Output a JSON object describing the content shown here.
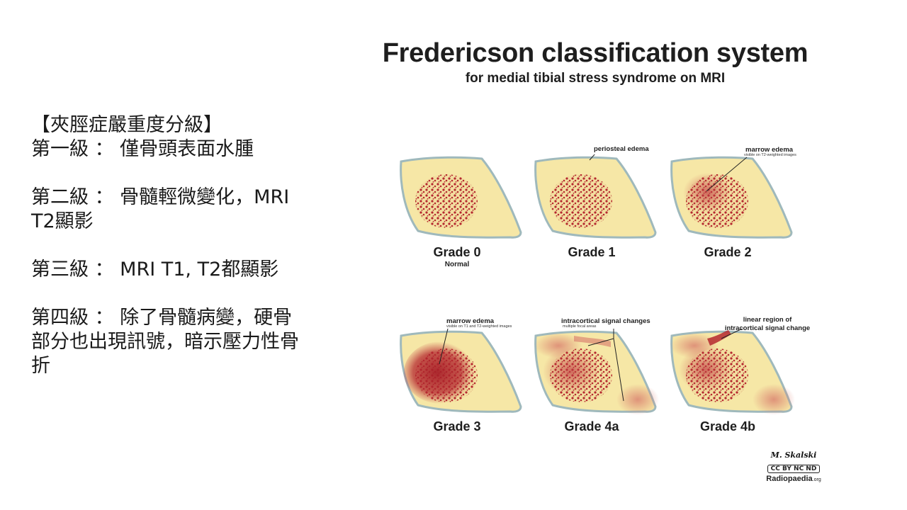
{
  "left_text": {
    "heading": "【夾脛症嚴重度分級】",
    "grade1": "第一級 ： 僅骨頭表面水腫",
    "grade2_a": "第二級 ： 骨髓輕微變化，MRI",
    "grade2_b": "T2顯影",
    "grade3": "第三級 ： MRI T1, T2都顯影",
    "grade4_a": "第四級 ： 除了骨髓病變，硬骨",
    "grade4_b": "部分也出現訊號，暗示壓力性骨",
    "grade4_c": "折"
  },
  "figure": {
    "title": "Fredericson classification system",
    "subtitle": "for medial tibial stress syndrome on MRI",
    "grades": [
      {
        "label": "Grade 0",
        "sub": "Normal"
      },
      {
        "label": "Grade 1"
      },
      {
        "label": "Grade 2"
      },
      {
        "label": "Grade 3"
      },
      {
        "label": "Grade 4a"
      },
      {
        "label": "Grade 4b"
      }
    ],
    "annotations": {
      "periosteal": "periosteal edema",
      "marrow2": "marrow edema",
      "marrow2_sub": "visible on T2-weighted images",
      "marrow3": "marrow edema",
      "marrow3_sub": "visible on T1 and T2-weighted images",
      "intracortical": "intracortical signal changes",
      "intracortical_sub": "multiple focal areas",
      "linear_1": "linear region of",
      "linear_2": "intracortical signal change"
    },
    "credit": {
      "signature": "M. Skalski",
      "license": "CC BY NC ND",
      "site": "Radiopaedia",
      "site_suffix": ".org"
    },
    "colors": {
      "bone_fill": "#f6e7a6",
      "bone_edge": "#9fb9bc",
      "marrow": "#b5282f",
      "edema": "#c0393f"
    }
  }
}
